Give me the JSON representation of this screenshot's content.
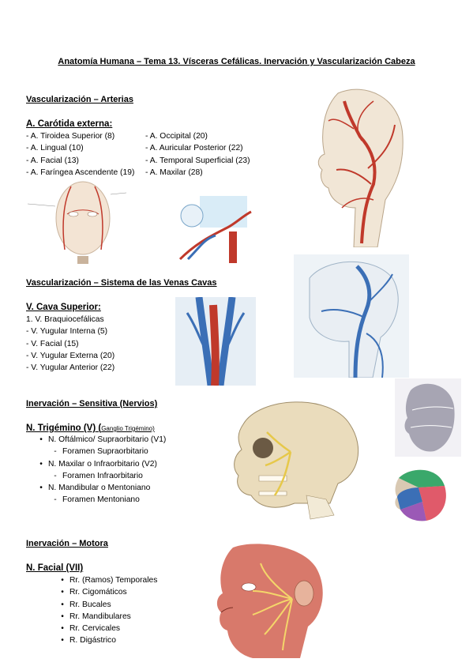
{
  "title": "Anatomía Humana – Tema 13. Vísceras Cefálicas. Inervación y Vascularización Cabeza",
  "arterias": {
    "heading": "Vascularización – Arterias",
    "subheading": "A. Carótida externa:",
    "col1": [
      "- A. Tiroidea Superior (8)",
      "- A. Lingual (10)",
      "- A. Facial (13)",
      "- A. Faríngea Ascendente (19)"
    ],
    "col2": [
      "- A. Occipital (20)",
      "- A. Auricular Posterior (22)",
      "- A. Temporal Superficial (23)",
      "- A. Maxilar (28)"
    ]
  },
  "venas": {
    "heading": "Vascularización – Sistema de las Venas Cavas",
    "subheading": "V. Cava Superior:",
    "items": [
      "1. V. Braquiocefálicas",
      "- V. Yugular Interna (5)",
      "- V. Facial (15)",
      "- V. Yugular Externa (20)",
      "- V. Yugular Anterior (22)"
    ]
  },
  "sensitiva": {
    "heading": "Inervación – Sensitiva (Nervios)",
    "subheading": "N. Trigémino (V) (",
    "subheading_small": "Ganglio Trigémino)",
    "items": [
      {
        "kind": "bullet",
        "text": "N. Oftálmico/ Supraorbitario (V1)"
      },
      {
        "kind": "dash",
        "text": "Foramen Supraorbitario"
      },
      {
        "kind": "bullet",
        "text": "N. Maxilar o Infraorbitario (V2)"
      },
      {
        "kind": "dash",
        "text": "Foramen Infraorbitario"
      },
      {
        "kind": "bullet",
        "text": "N. Mandibular o Mentoniano"
      },
      {
        "kind": "dash",
        "text": "Foramen Mentoniano"
      }
    ]
  },
  "motora": {
    "heading": "Inervación – Motora",
    "subheading": "N. Facial (VII)",
    "items": [
      "Rr. (Ramos) Temporales",
      "Rr. Cigomáticos",
      "Rr. Bucales",
      "Rr. Mandibulares",
      "Rr. Cervicales",
      "R. Digástrico"
    ]
  },
  "colors": {
    "artery": "#c0392b",
    "vein": "#3b6fb6",
    "skin": "#f0d9c4",
    "bone": "#e8dcc0",
    "nerve": "#e6c84a"
  }
}
